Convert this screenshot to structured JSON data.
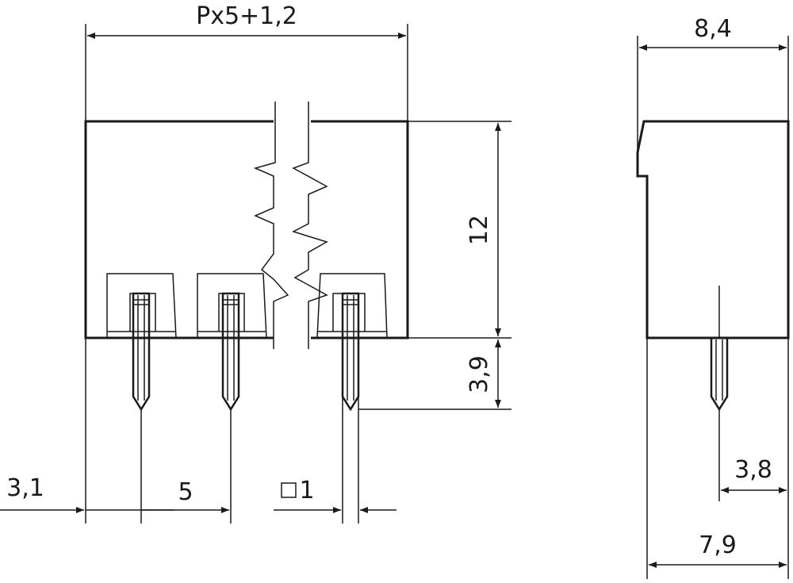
{
  "dimensions": {
    "overall_width": "Px5+1,2",
    "side_depth": "8,4",
    "body_height": "12",
    "pin_length": "3,9",
    "edge_to_pin": "3,1",
    "pitch": "5",
    "pin_square": "1",
    "side_pin_offset": "3,8",
    "side_base_depth": "7,9"
  }
}
